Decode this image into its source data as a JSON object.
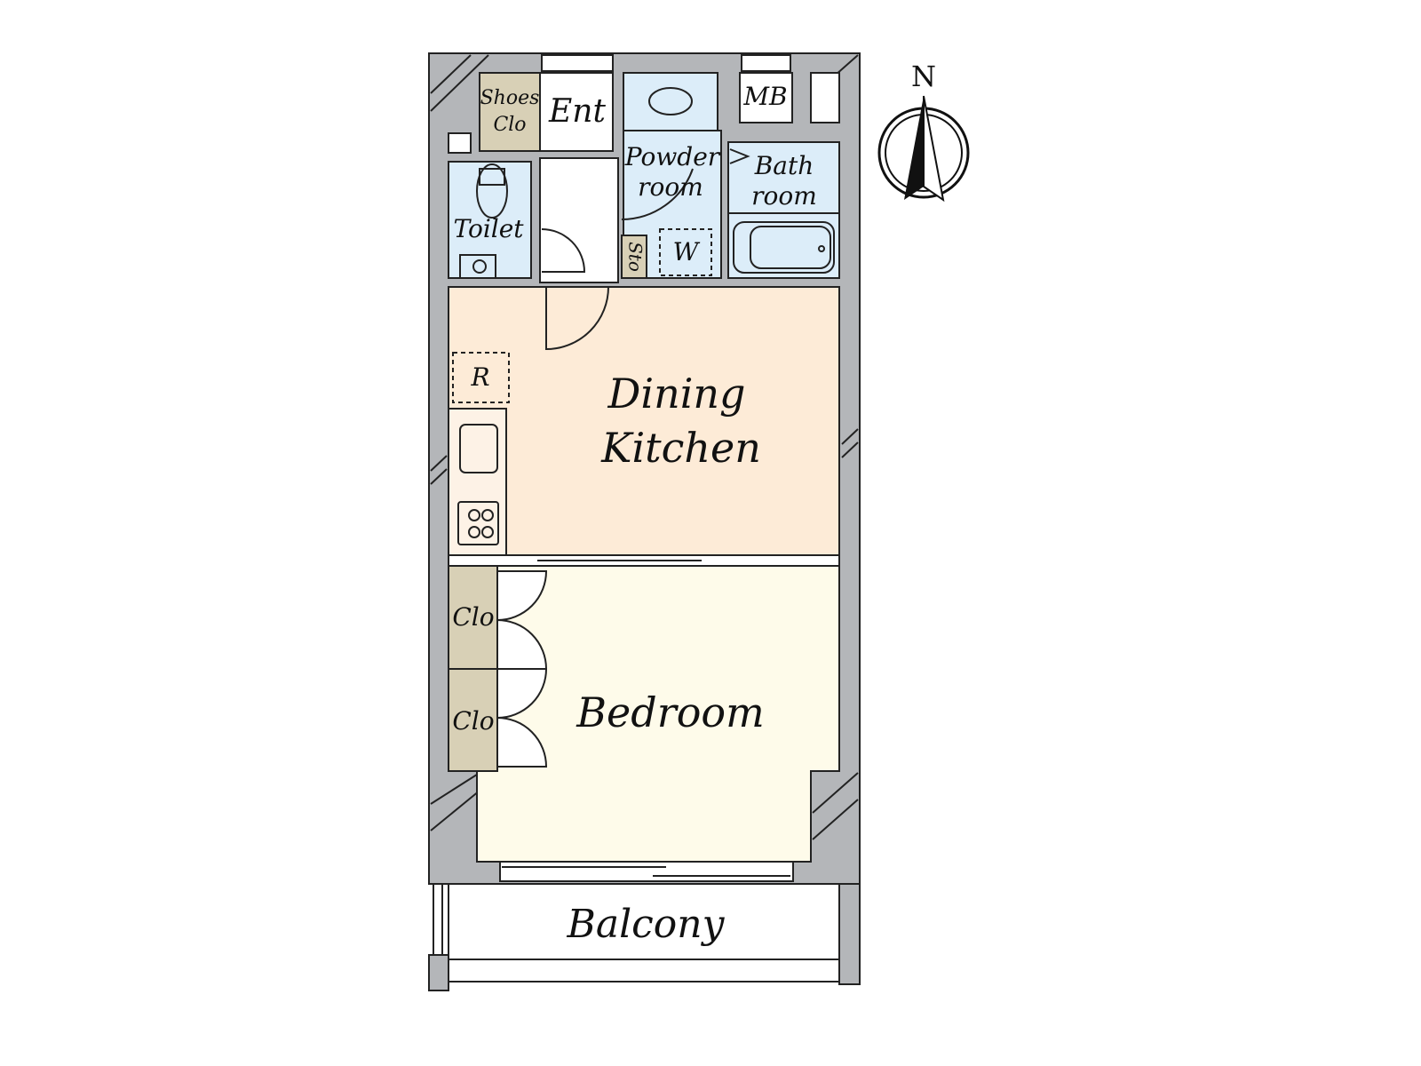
{
  "rooms": {
    "shoes_clo": [
      "Shoes",
      "Clo"
    ],
    "entrance": "Ent",
    "mb": "MB",
    "powder_room": [
      "Powder",
      "room"
    ],
    "bath_room": [
      "Bath",
      "room"
    ],
    "toilet": "Toilet",
    "storage": "Sto",
    "washer": "W",
    "refrigerator": "R",
    "dining_kitchen": [
      "Dining",
      "Kitchen"
    ],
    "closet_1": "Clo",
    "closet_2": "Clo",
    "bedroom": "Bedroom",
    "balcony": "Balcony"
  },
  "compass": {
    "label": "N"
  },
  "colors": {
    "wall": "#b4b6b9",
    "wet_area": "#dcedf9",
    "storage": "#d8d0b6",
    "dining_kitchen": "#fdebd7",
    "bedroom": "#fefbea",
    "white": "#ffffff"
  }
}
